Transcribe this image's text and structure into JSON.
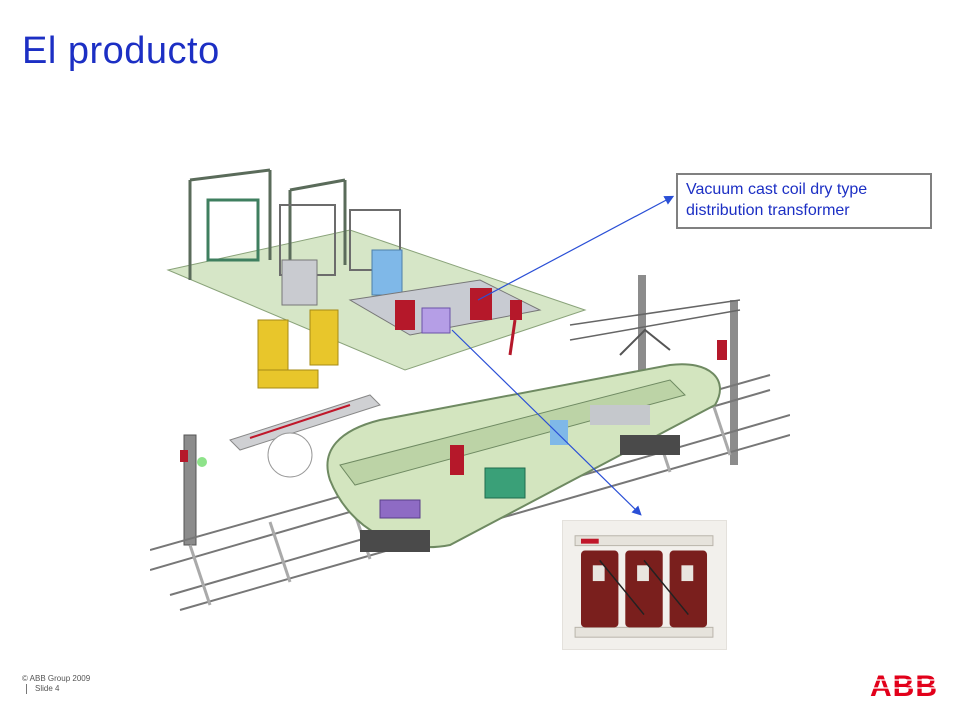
{
  "slide": {
    "title": "El producto",
    "callout": {
      "line1": "Vacuum cast coil dry type",
      "line2": "distribution transformer"
    },
    "footer": {
      "copyright": "© ABB Group 2009",
      "slide_label": "Slide 4"
    },
    "logo_text": "ABB"
  },
  "colors": {
    "title": "#1c2fc4",
    "logo": "#e2001a",
    "arrow": "#2a4fd6"
  }
}
